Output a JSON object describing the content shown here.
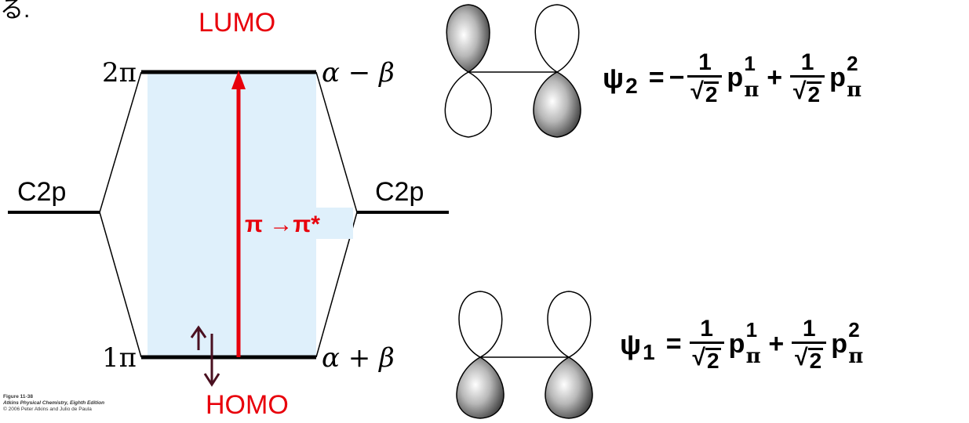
{
  "page_fragment": "る.",
  "labels": {
    "lumo": "LUMO",
    "homo": "HOMO",
    "level_2pi": "2π",
    "level_1pi": "1π",
    "c2p_left": "C2p",
    "c2p_right": "C2p",
    "energy_upper": "α − β",
    "energy_lower": "α + β",
    "transition": "π →π*"
  },
  "equations": {
    "psi2": {
      "psi": "ψ",
      "subscript": "2",
      "equals": "=",
      "sign1": "−",
      "sign2": "+",
      "numerator": "1",
      "radical": "√",
      "radicand": "2",
      "p": "p",
      "sup1": "1",
      "sup2": "2",
      "orbital_sub": "π"
    },
    "psi1": {
      "psi": "ψ",
      "subscript": "1",
      "equals": "=",
      "sign2": "+",
      "numerator": "1",
      "radical": "√",
      "radicand": "2",
      "p": "p",
      "sup1": "1",
      "sup2": "2",
      "orbital_sub": "π"
    }
  },
  "credit": {
    "line1": "Figure 11-38",
    "line2": "Atkins Physical Chemistry, Eighth Edition",
    "line3": "© 2006 Peter Atkins and Julio de Paula"
  },
  "colors": {
    "highlight": "#dff0fb",
    "transition": "#e8000b",
    "electron_arrows": "#4a1020",
    "line": "#000000"
  }
}
